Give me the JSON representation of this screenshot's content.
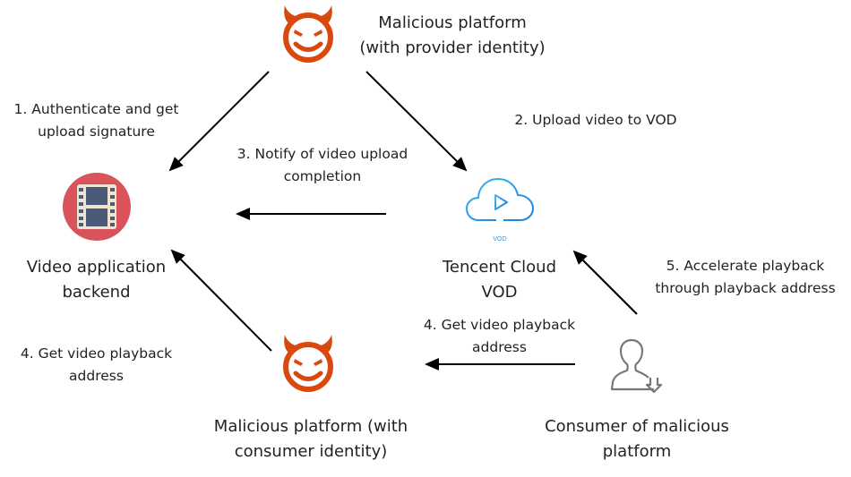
{
  "diagram": {
    "colors": {
      "devil": "#d9480f",
      "film_circle": "#d9545a",
      "film_frame": "#ede5d0",
      "film_cell": "#4a5a78",
      "cloud_start": "#3fb6f0",
      "cloud_end": "#1a7fe0",
      "user_icon": "#777777",
      "arrow": "#000000"
    },
    "nodes": {
      "provider_platform": {
        "icon": "devil-icon",
        "line1": "Malicious platform",
        "line2": "(with provider identity)"
      },
      "backend": {
        "icon": "film-icon",
        "line1": "Video application",
        "line2": "backend"
      },
      "vod": {
        "icon": "cloud-play-icon",
        "icon_caption": "VOD",
        "line1": "Tencent Cloud",
        "line2": "VOD"
      },
      "consumer_platform": {
        "icon": "devil-icon",
        "line1": "Malicious platform (with",
        "line2": "consumer identity)"
      },
      "consumer": {
        "icon": "user-download-icon",
        "line1": "Consumer of malicious",
        "line2": "platform"
      }
    },
    "steps": {
      "s1": {
        "line1": "1. Authenticate and get",
        "line2": "upload signature"
      },
      "s2": {
        "line1": "2. Upload video to VOD"
      },
      "s3": {
        "line1": "3. Notify of video upload",
        "line2": "completion"
      },
      "s4a": {
        "line1": "4. Get video playback",
        "line2": "address"
      },
      "s4b": {
        "line1": "4. Get video playback",
        "line2": "address"
      },
      "s5": {
        "line1": "5. Accelerate playback",
        "line2": "through playback address"
      }
    },
    "edges": [
      {
        "from": "provider_platform",
        "to": "backend",
        "step": "1"
      },
      {
        "from": "provider_platform",
        "to": "vod",
        "step": "2"
      },
      {
        "from": "vod",
        "to": "backend",
        "step": "3"
      },
      {
        "from": "consumer_platform",
        "to": "backend",
        "step": "4"
      },
      {
        "from": "consumer",
        "to": "consumer_platform",
        "step": "4"
      },
      {
        "from": "consumer",
        "to": "vod",
        "step": "5"
      }
    ]
  }
}
